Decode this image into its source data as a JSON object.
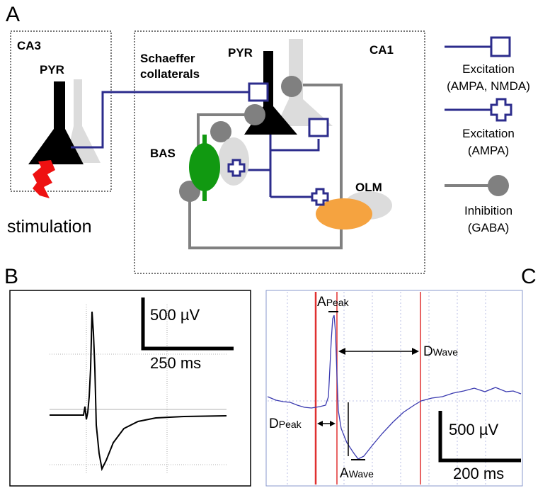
{
  "panels": {
    "a": "A",
    "b": "B",
    "c": "C"
  },
  "regions": {
    "ca3": "CA3",
    "ca1": "CA1"
  },
  "cells": {
    "pyr_ca3": "PYR",
    "pyr_ca1": "PYR",
    "bas": "BAS",
    "olm": "OLM"
  },
  "labels": {
    "schaeffer_line1": "Schaeffer",
    "schaeffer_line2": "collaterals",
    "stimulation": "stimulation"
  },
  "legend": {
    "excitation_ampa_nmda_line1": "Excitation",
    "excitation_ampa_nmda_line2": "(AMPA, NMDA)",
    "excitation_ampa_line1": "Excitation",
    "excitation_ampa_line2": "(AMPA)",
    "inhibition_line1": "Inhibition",
    "inhibition_line2": "(GABA)"
  },
  "scalebars": {
    "b_voltage": "500 µV",
    "b_time": "250 ms",
    "c_voltage": "500 µV",
    "c_time": "200 ms"
  },
  "annotations": {
    "a_peak_main": "A",
    "a_peak_sub": "Peak",
    "d_wave_main": "D",
    "d_wave_sub": "Wave",
    "d_peak_main": "D",
    "d_peak_sub": "Peak",
    "a_wave_main": "A",
    "a_wave_sub": "Wave"
  },
  "colors": {
    "excitatory": "#2c2c8c",
    "inhibitory": "#808080",
    "basket_cell": "#119911",
    "olm_cell": "#f5a340",
    "stimulation": "#ee1111",
    "marker_line": "#e03030",
    "trace_c": "#3a3ab0"
  }
}
